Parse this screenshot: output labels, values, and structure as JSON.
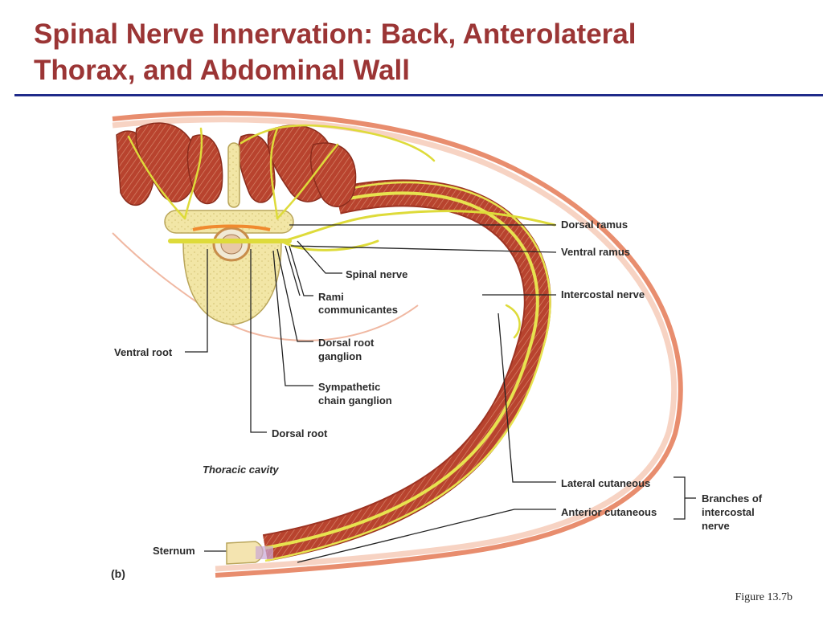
{
  "slide": {
    "title_line1": "Spinal Nerve Innervation: Back, Anterolateral",
    "title_line2": "Thorax, and Abdominal Wall",
    "caption": "Figure 13.7b",
    "accent_title": "#9b3535",
    "accent_rule": "#1f2a8a"
  },
  "figure": {
    "panel_letter": "(b)",
    "region_label": "Thoracic cavity",
    "labels": {
      "dorsal_ramus": "Dorsal ramus",
      "ventral_ramus": "Ventral ramus",
      "spinal_nerve": "Spinal nerve",
      "rami_1": "Rami",
      "rami_2": "communicantes",
      "intercostal_nerve": "Intercostal nerve",
      "drg_1": "Dorsal root",
      "drg_2": "ganglion",
      "ventral_root": "Ventral root",
      "symp_1": "Sympathetic",
      "symp_2": "chain ganglion",
      "dorsal_root": "Dorsal root",
      "lateral_cutaneous": "Lateral cutaneous",
      "anterior_cutaneous": "Anterior cutaneous",
      "branches_1": "Branches of",
      "branches_2": "intercostal",
      "branches_3": "nerve",
      "sternum": "Sternum"
    },
    "colors": {
      "muscle": "#b8432e",
      "muscle_light": "#d7866b",
      "nerve": "#e4e24a",
      "bone": "#f2e6a6",
      "skin": "#f5c7b2"
    }
  }
}
